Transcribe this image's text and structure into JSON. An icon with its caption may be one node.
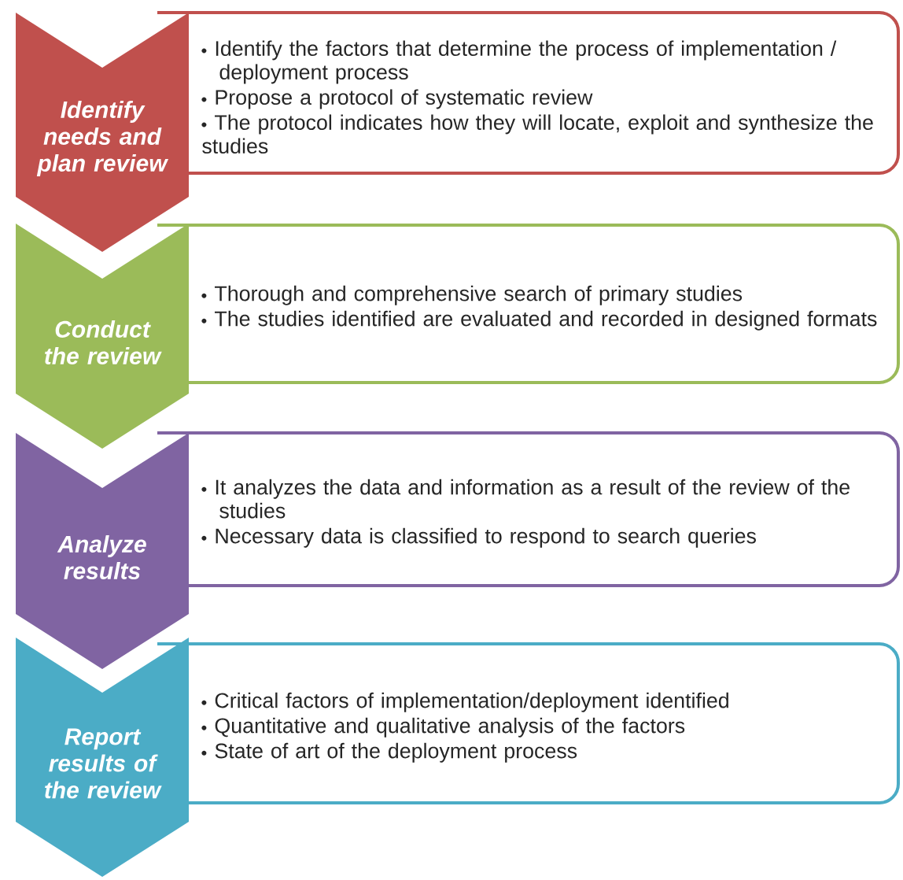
{
  "diagram": {
    "nodes": [
      {
        "text": [
          "Identify needs and plan review"
        ]
      },
      {
        "text": [
          "Identify the factors that determine the process of implementation / deployment process",
          "Propose a protocol of systematic review",
          "The protocol indicates how they will locate, exploit and synthesize the studies"
        ]
      },
      {
        "text": [
          "Conduct the review"
        ]
      },
      {
        "text": [
          "Thorough and comprehensive search of primary studies",
          "The studies identified are evaluated and recorded in designed formats"
        ]
      },
      {
        "text": [
          "Analyze results"
        ]
      },
      {
        "text": [
          "It analyzes the data and information as a result of the review of the studies",
          "Necessary data is classified to respond to search queries"
        ]
      },
      {
        "text": [
          "Report results of the review"
        ]
      },
      {
        "text": [
          "Critical factors of implementation/deployment identified",
          "Quantitative and qualitative analysis of the factors",
          "State of art of the deployment process"
        ]
      }
    ]
  }
}
